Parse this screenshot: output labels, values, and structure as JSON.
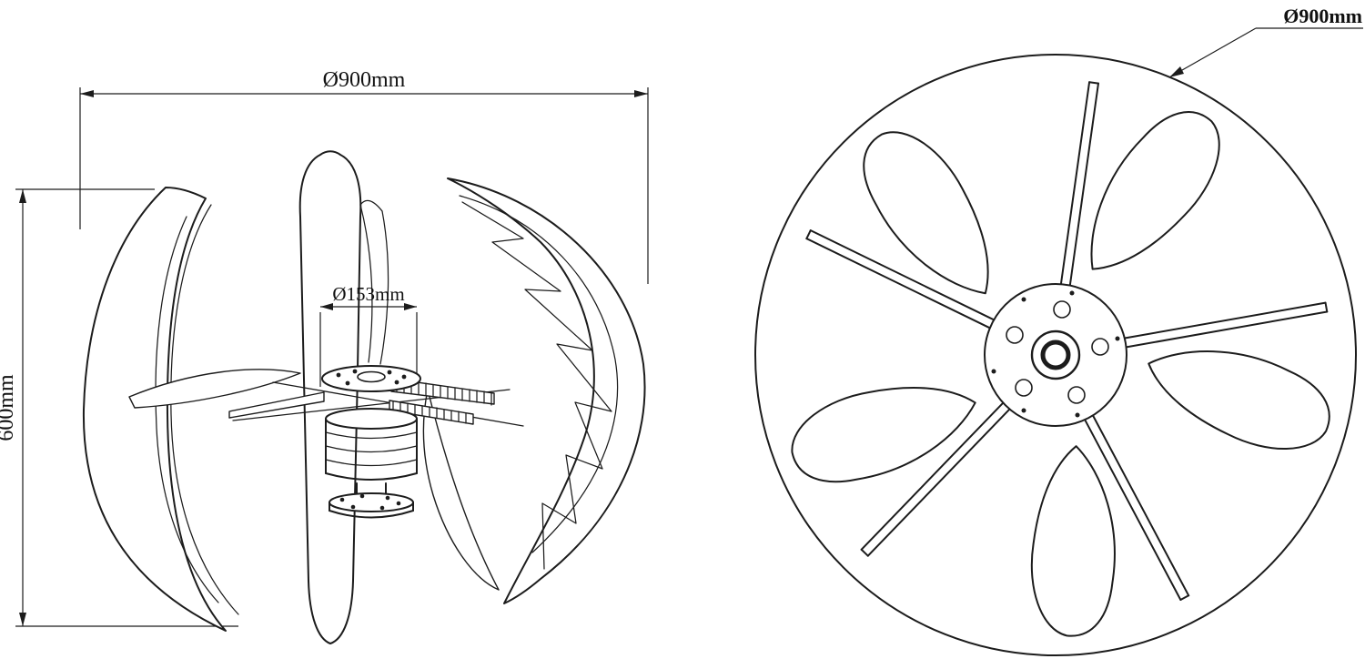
{
  "colors": {
    "background": "#ffffff",
    "line": "#1c1c1c"
  },
  "side_view": {
    "dim_overall_diameter": "Ø900mm",
    "dim_overall_height": "600mm",
    "dim_hub_diameter": "Ø153mm"
  },
  "top_view": {
    "dim_outer_diameter": "Ø900mm"
  }
}
